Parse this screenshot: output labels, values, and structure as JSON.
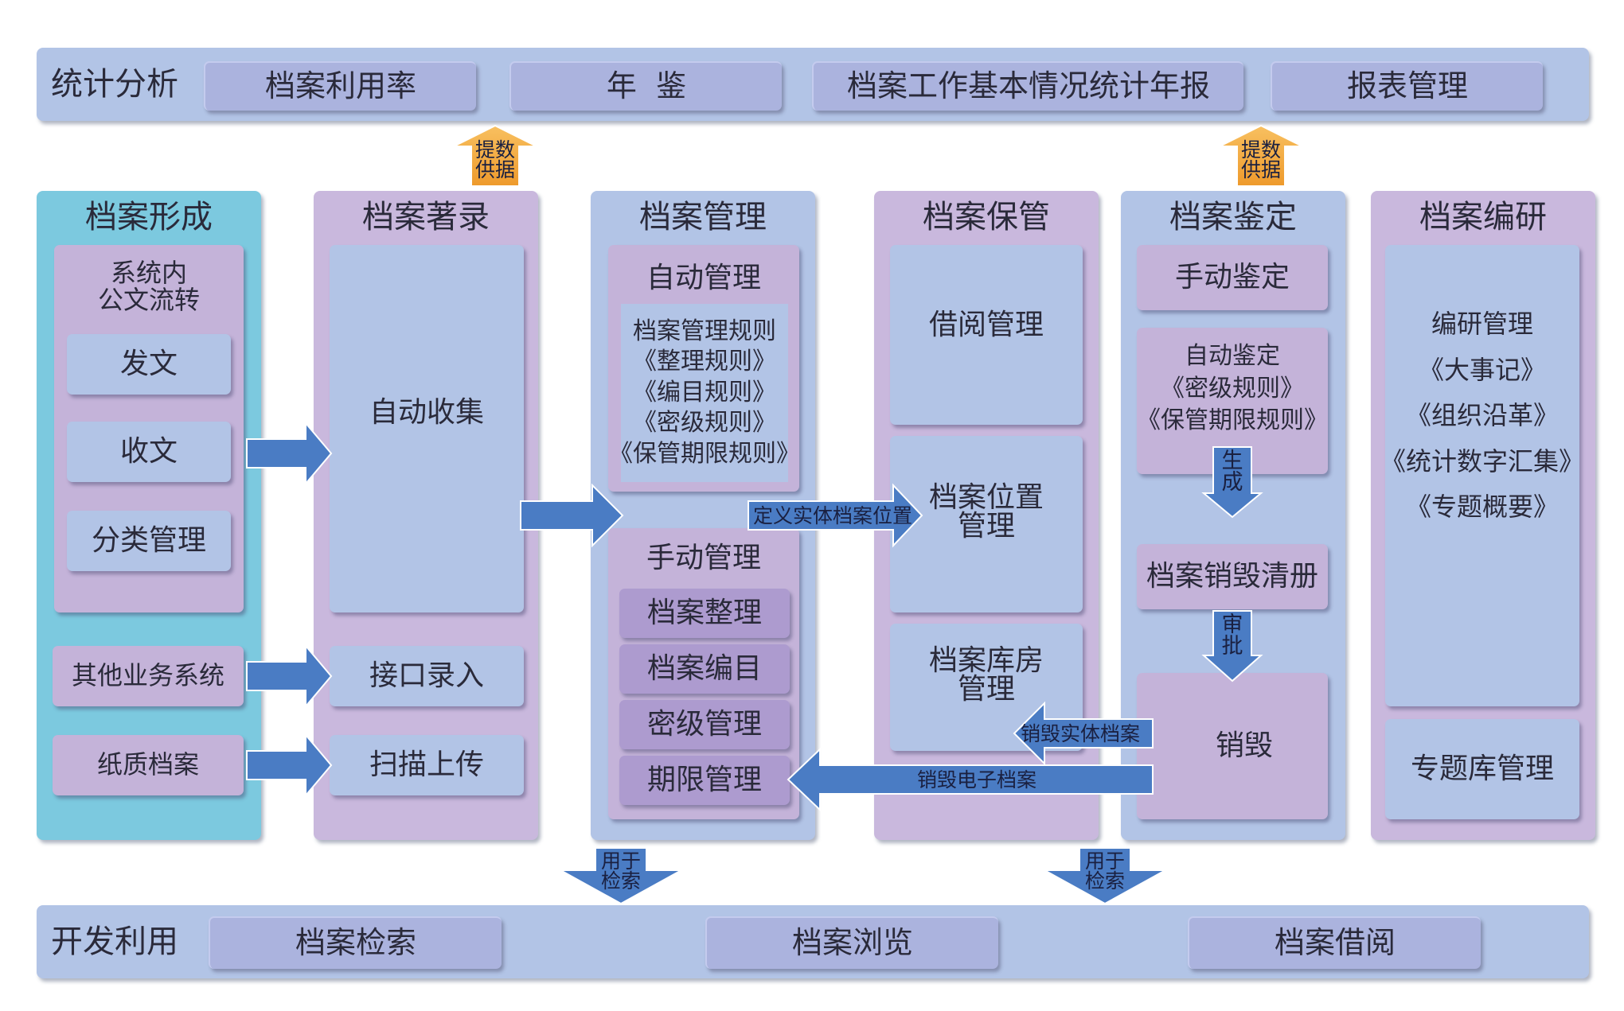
{
  "top_bar": {
    "label": "统计分析",
    "items": [
      "档案利用率",
      "年  鉴",
      "档案工作基本情况统计年报",
      "报表管理"
    ]
  },
  "bottom_bar": {
    "label": "开发利用",
    "items": [
      "档案检索",
      "档案浏览",
      "档案借阅"
    ]
  },
  "up_arrows": [
    "提数\n供据",
    "提数\n供据"
  ],
  "down_arrows": [
    "用于\n检索",
    "用于\n检索"
  ],
  "columns": {
    "formation": {
      "title": "档案形成",
      "group_title": "系统内\n公文流转",
      "group_items": [
        "发文",
        "收文",
        "分类管理"
      ],
      "others": [
        "其他业务系统",
        "纸质档案"
      ]
    },
    "cataloging": {
      "title": "档案著录",
      "items": [
        "自动收集",
        "接口录入",
        "扫描上传"
      ]
    },
    "management": {
      "title": "档案管理",
      "auto_title": "自动管理",
      "auto_rules": "档案管理规则\n《整理规则》\n《编目规则》\n《密级规则》\n《保管期限规则》",
      "manual_title": "手动管理",
      "manual_items": [
        "档案整理",
        "档案编目",
        "密级管理",
        "期限管理"
      ]
    },
    "storage": {
      "title": "档案保管",
      "items": [
        "借阅管理",
        "档案位置\n管理",
        "档案库房\n管理"
      ]
    },
    "appraisal": {
      "title": "档案鉴定",
      "manual": "手动鉴定",
      "auto": "自动鉴定\n《密级规则》\n《保管期限规则》",
      "list": "档案销毁清册",
      "destroy": "销毁",
      "generate_label": "生\n成",
      "approve_label": "审\n批"
    },
    "compilation": {
      "title": "档案编研",
      "list": "编研管理\n《大事记》\n《组织沿革》\n《统计数字汇集》\n《专题概要》",
      "topic": "专题库管理"
    }
  },
  "flow_labels": {
    "define_location": "定义实体档案位置",
    "destroy_physical": "销毁实体档案",
    "destroy_electronic": "销毁电子档案"
  },
  "colors": {
    "bar": "#b2c4e6",
    "pill": "#abb3de",
    "teal": "#7cc9df",
    "lavender": "#c9b8dd",
    "blue_arrow": "#4a7cc4",
    "orange_arrow": "#f4a43c"
  }
}
